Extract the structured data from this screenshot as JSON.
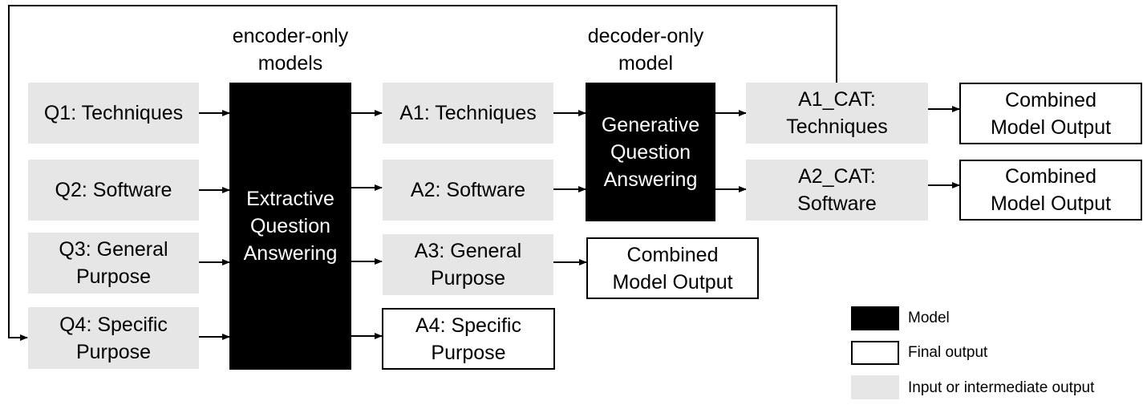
{
  "headings": {
    "encoder": "encoder-only\nmodels",
    "decoder": "decoder-only\nmodel"
  },
  "inputs": {
    "q1": "Q1: Techniques",
    "q2": "Q2: Software",
    "q3": "Q3: General\nPurpose",
    "q4": "Q4: Specific\nPurpose"
  },
  "models": {
    "extractive": "Extractive\nQuestion\nAnswering",
    "generative": "Generative\nQuestion\nAnswering"
  },
  "answers": {
    "a1": "A1: Techniques",
    "a2": "A2: Software",
    "a3": "A3: General\nPurpose",
    "a4": "A4: Specific\nPurpose"
  },
  "categorized": {
    "a1_cat": "A1_CAT:\nTechniques",
    "a2_cat": "A2_CAT:\nSoftware"
  },
  "outputs": {
    "combined": "Combined\nModel Output"
  },
  "legend": {
    "model": "Model",
    "final": "Final output",
    "intermediate": "Input or intermediate output"
  },
  "colors": {
    "model": "#000000",
    "final": "#ffffff",
    "intermediate": "#e6e6e6"
  }
}
